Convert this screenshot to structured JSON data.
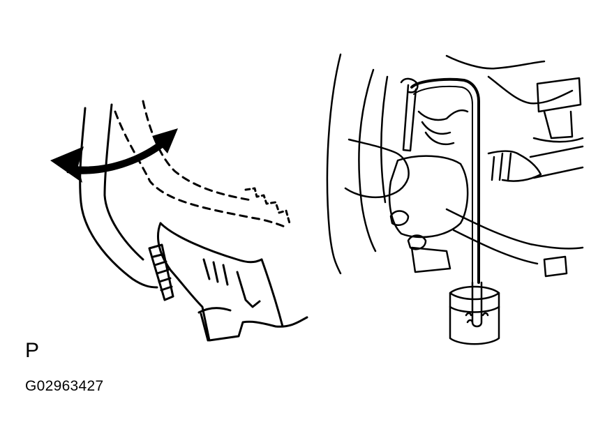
{
  "figure": {
    "label": "P",
    "code": "G02963427",
    "line_color": "#000000",
    "background": "#ffffff",
    "panels": [
      {
        "name": "brake-pedal-foot",
        "icon": "foot-pressing-pedal-icon"
      },
      {
        "name": "brake-bleeding",
        "icon": "bleeder-hose-bottle-icon"
      }
    ]
  }
}
